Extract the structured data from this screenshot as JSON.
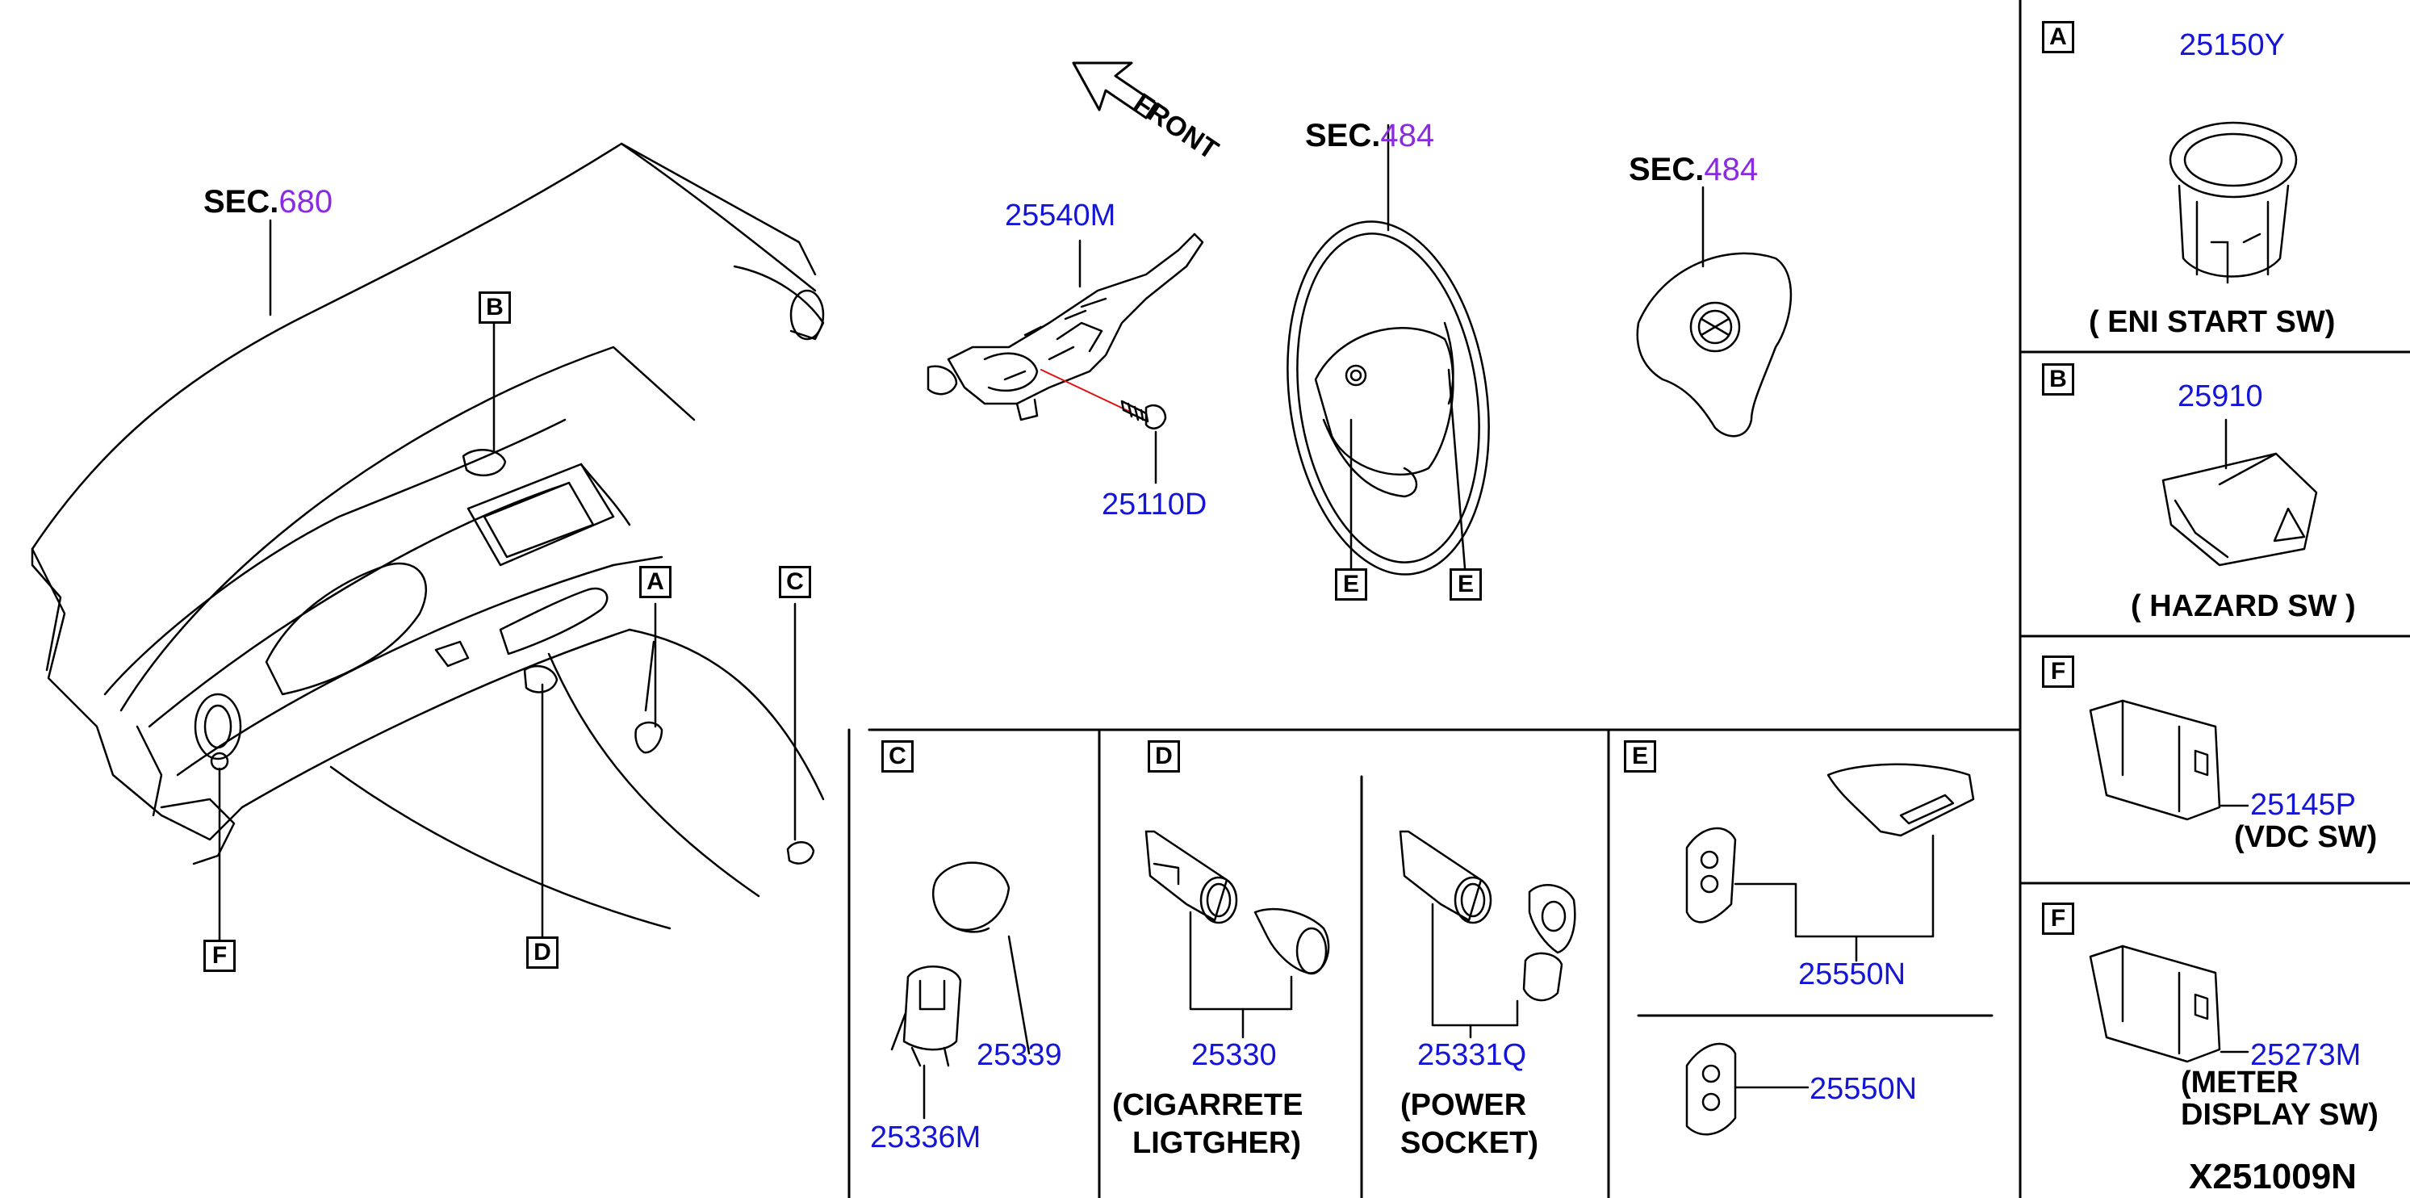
{
  "diagram_ref": "X251009N",
  "front_label": "FRONT",
  "sections": {
    "dash": {
      "prefix": "SEC.",
      "num": "680"
    },
    "wheel": {
      "prefix": "SEC.",
      "num": "484"
    },
    "airbag": {
      "prefix": "SEC.",
      "num": "484"
    }
  },
  "callouts": {
    "A": "A",
    "B": "B",
    "C": "C",
    "D": "D",
    "E": "E",
    "F": "F"
  },
  "parts": {
    "combo_switch": "25540M",
    "screw": "25110D",
    "eni_start": "25150Y",
    "hazard": "25910",
    "vdc": "25145P",
    "meter_display": "25273M",
    "panel_c_cap": "25339",
    "panel_c_socket": "25336M",
    "cig_lighter": "25330",
    "power_socket": "25331Q",
    "steering_sw_upper": "25550N",
    "steering_sw_lower": "25550N"
  },
  "captions": {
    "eni_start": "( ENI START SW)",
    "hazard": "( HAZARD SW )",
    "vdc": "(VDC SW)",
    "meter_line1": "(METER",
    "meter_line2": "DISPLAY SW)",
    "cig_line1": "(CIGARRETE",
    "cig_line2": "LIGTGHER)",
    "power_line1": "(POWER",
    "power_line2": "SOCKET)"
  },
  "colors": {
    "part_number": "#1515d8",
    "section_number": "#8a2be2",
    "line": "#000000",
    "leader_red": "#e01010"
  }
}
